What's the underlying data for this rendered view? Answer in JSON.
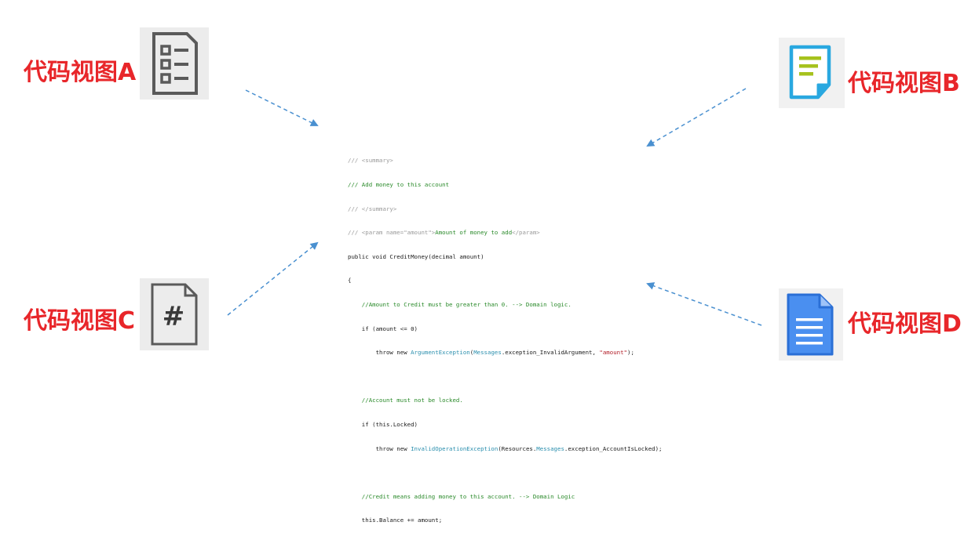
{
  "labels": {
    "view_a": "代码视图A",
    "view_b": "代码视图B",
    "view_c": "代码视图C",
    "view_d": "代码视图D"
  },
  "icons": {
    "a": "checklist-document-icon",
    "b": "note-document-icon",
    "c": "csharp-file-icon",
    "d": "text-document-icon"
  },
  "colors": {
    "label": "#e8262a",
    "arrow": "#4a90d0",
    "icon_b": "#29a8e0",
    "icon_b_lines": "#a6c21d",
    "icon_d": "#4a8ff0"
  },
  "code": {
    "l1": "/// <summary>",
    "l2": "/// Add money to this account",
    "l3": "/// </summary>",
    "l4a": "/// <param name=\"amount\">",
    "l4b": "Amount of money to add",
    "l4c": "</param>",
    "l5": "public void CreditMoney(decimal amount)",
    "l6": "{",
    "l7": "    //Amount to Credit must be greater than 0. --> Domain logic.",
    "l8": "    if (amount <= 0)",
    "l9a": "        throw new ",
    "l9b": "ArgumentException",
    "l9c": "(",
    "l9d": "Messages",
    "l9e": ".exception_InvalidArgument, ",
    "l9f": "\"amount\"",
    "l9g": ");",
    "l10": "",
    "l11": "    //Account must not be locked.",
    "l12": "    if (this.Locked)",
    "l13a": "        throw new ",
    "l13b": "InvalidOperationException",
    "l13c": "(Resources.",
    "l13d": "Messages",
    "l13e": ".exception_AccountIsLocked);",
    "l14": "",
    "l15": "    //Credit means adding money to this account. --> Domain Logic",
    "l16": "    this.Balance += amount;"
  }
}
